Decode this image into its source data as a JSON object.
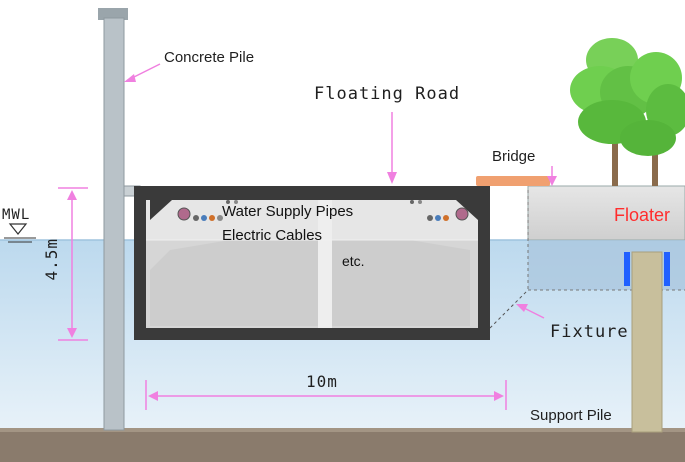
{
  "labels": {
    "concrete_pile": "Concrete Pile",
    "floating_road": "Floating Road",
    "bridge": "Bridge",
    "floater": "Floater",
    "mwl": "MWL",
    "depth": "4.5m",
    "water_supply_pipes": "Water Supply Pipes",
    "electric_cables": "Electric Cables",
    "etc": "etc.",
    "fixture": "Fixture",
    "width": "10m",
    "support_pile": "Support Pile"
  },
  "colors": {
    "sky": "#ffffff",
    "water_top": "#cfe4f2",
    "water_bottom": "#e4f0f8",
    "seabed": "#8a7b6c",
    "concrete": "#3a3a3a",
    "pile": "#b9c2c8",
    "bridge": "#f0a070",
    "floater_text": "#ff2d2d",
    "dimension": "#f080e0",
    "tree_green": "#6fcf4f",
    "support_pile": "#c8bf9c",
    "fixture_blue": "#2060ff"
  },
  "icons": {
    "mwl_marker": "inverted-triangle-icon",
    "trees": "tree-icon"
  }
}
